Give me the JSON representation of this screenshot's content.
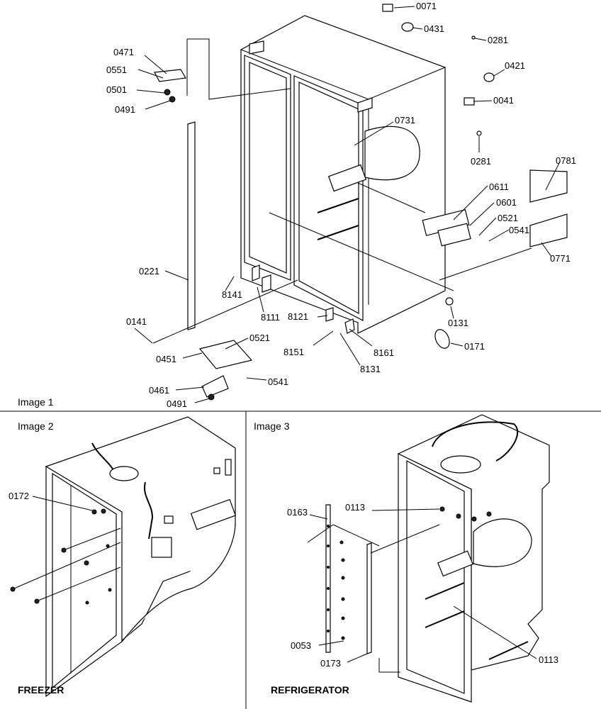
{
  "panels": {
    "image1_caption": "Image 1",
    "image2_caption": "Image 2",
    "image3_caption": "Image 3",
    "image2_title": "FREEZER",
    "image3_title": "REFRIGERATOR"
  },
  "image1_labels": {
    "p0071": "0071",
    "p0431": "0431",
    "p0281a": "0281",
    "p0421": "0421",
    "p0041": "0041",
    "p0471": "0471",
    "p0551": "0551",
    "p0501": "0501",
    "p0491a": "0491",
    "p0731": "0731",
    "p0281b": "0281",
    "p0781": "0781",
    "p0611": "0611",
    "p0601": "0601",
    "p0521a": "0521",
    "p0541a": "0541",
    "p0771": "0771",
    "p0221": "0221",
    "p8141": "8141",
    "p8111": "8111",
    "p0141": "0141",
    "p0131": "0131",
    "p8121": "8121",
    "p0171": "0171",
    "p8151": "8151",
    "p8161": "8161",
    "p8131": "8131",
    "p0451": "0451",
    "p0521b": "0521",
    "p0541b": "0541",
    "p0461": "0461",
    "p0491b": "0491"
  },
  "image2_labels": {
    "p0172": "0172"
  },
  "image3_labels": {
    "p0163": "0163",
    "p0113a": "0113",
    "p0053": "0053",
    "p0173": "0173",
    "p0113b": "0113"
  }
}
